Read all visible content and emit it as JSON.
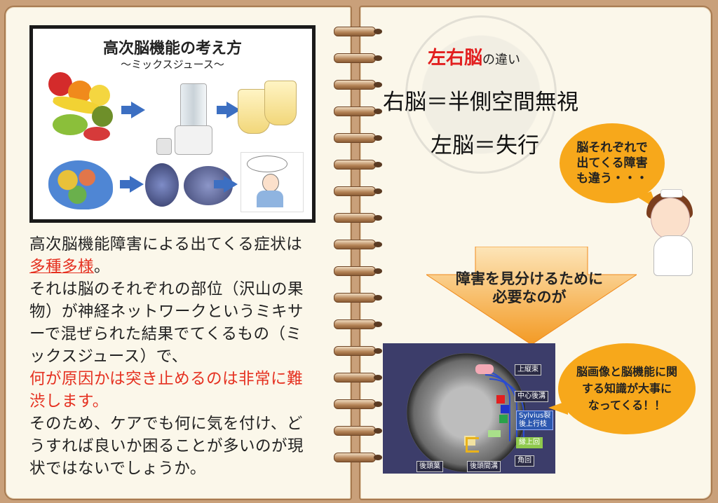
{
  "left": {
    "diagram": {
      "title": "高次脳機能の考え方",
      "subtitle": "〜ミックスジュース〜"
    },
    "body": {
      "p1": "高次脳機能障害による出てくる症状は",
      "p1_red": "多種多様",
      "p1_end": "。",
      "p2": "それは脳のそれぞれの部位（沢山の果物）が神経ネットワークというミキサーで混ぜられた結果でてくるもの（ミックスジュース）で、",
      "p2_red": "何が原因かは突き止めるのは非常に難渋します。",
      "p3": "そのため、ケアでも何に気を付け、どうすれば良いか困ることが多いのが現状ではないでしょうか。"
    }
  },
  "right": {
    "title_red": "左右脳",
    "title_suffix": "の違い",
    "line1": "右脳＝半側空間無視",
    "line2": "左脳＝失行",
    "bubble1": [
      "脳それぞれで",
      "出てくる障害",
      "も違う・・・"
    ],
    "arrow_text": [
      "障害を見分けるために",
      "必要なのが"
    ],
    "bubble2": [
      "脳画像と脳機能に関",
      "する知識が大事に",
      "なってくる！！"
    ],
    "mri_labels": {
      "a": "上縦束",
      "b": "中心後溝",
      "c1": "Sylvius裂",
      "c2": "後上行枝",
      "d": "縁上回",
      "e": "角回",
      "f": "後頭葉",
      "g": "後頭間溝"
    }
  },
  "colors": {
    "accent_red": "#e53020",
    "bubble_orange": "#f7a81b",
    "arrow_blue": "#3c6fc2"
  }
}
